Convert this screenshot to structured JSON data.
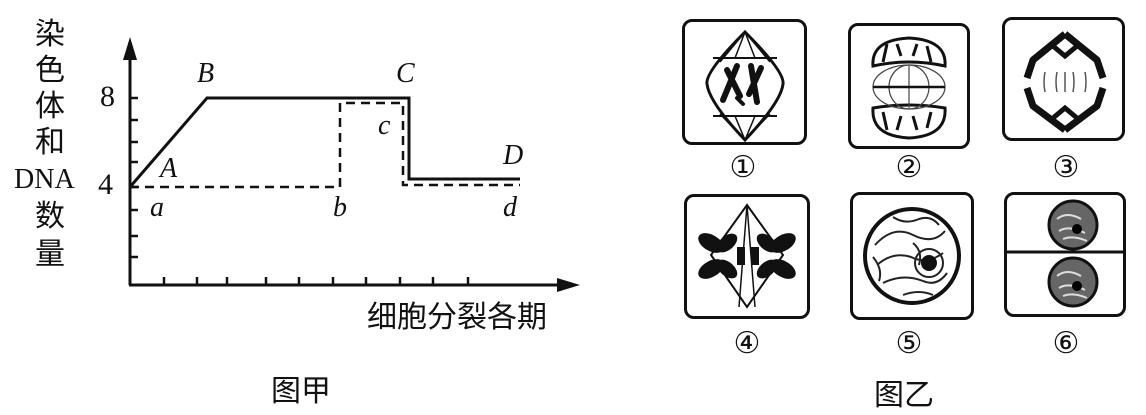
{
  "figure_a": {
    "caption": "图甲",
    "y_axis_label_chars": [
      "染",
      "色",
      "体",
      "和",
      "DNA",
      "数",
      "量"
    ],
    "x_axis_label": "细胞分裂各期",
    "y_ticks_labeled": [
      "8",
      "4"
    ],
    "point_labels": {
      "A": "A",
      "B": "B",
      "C": "C",
      "D": "D",
      "a": "a",
      "b": "b",
      "c": "c",
      "d": "d"
    }
  },
  "figure_b": {
    "caption": "图乙",
    "cells": [
      {
        "number": "①",
        "depicts": "prophase-spindle-with-chromosomes"
      },
      {
        "number": "②",
        "depicts": "telophase-cell-plate-forming"
      },
      {
        "number": "③",
        "depicts": "anaphase-chromosomes-to-poles"
      },
      {
        "number": "④",
        "depicts": "metaphase-chromosomes-at-plate"
      },
      {
        "number": "⑤",
        "depicts": "interphase-nucleus"
      },
      {
        "number": "⑥",
        "depicts": "two-daughter-cells"
      }
    ]
  },
  "chart_data": {
    "type": "line",
    "title": "图甲",
    "xlabel": "细胞分裂各期",
    "ylabel": "染色体和DNA数量",
    "y_ticks": [
      4,
      8
    ],
    "ylim": [
      0,
      10
    ],
    "grid": false,
    "series": [
      {
        "name": "DNA (solid, A-B-C-D)",
        "style": "solid",
        "points": [
          {
            "label": "A",
            "x": 0,
            "y": 4
          },
          {
            "label": "B",
            "x": 2.2,
            "y": 8
          },
          {
            "label": "C",
            "x": 8.1,
            "y": 8
          },
          {
            "x": 8.1,
            "y": 4.3
          },
          {
            "label": "D",
            "x": 11.5,
            "y": 4.3
          }
        ]
      },
      {
        "name": "Chromosomes (dashed, a-b-c-d)",
        "style": "dashed",
        "points": [
          {
            "label": "a",
            "x": 0,
            "y": 4
          },
          {
            "label": "b",
            "x": 6.1,
            "y": 4
          },
          {
            "x": 6.1,
            "y": 7.8
          },
          {
            "label": "c",
            "x": 7.9,
            "y": 7.8
          },
          {
            "x": 7.9,
            "y": 4
          },
          {
            "label": "d",
            "x": 11.5,
            "y": 4
          }
        ]
      }
    ]
  }
}
